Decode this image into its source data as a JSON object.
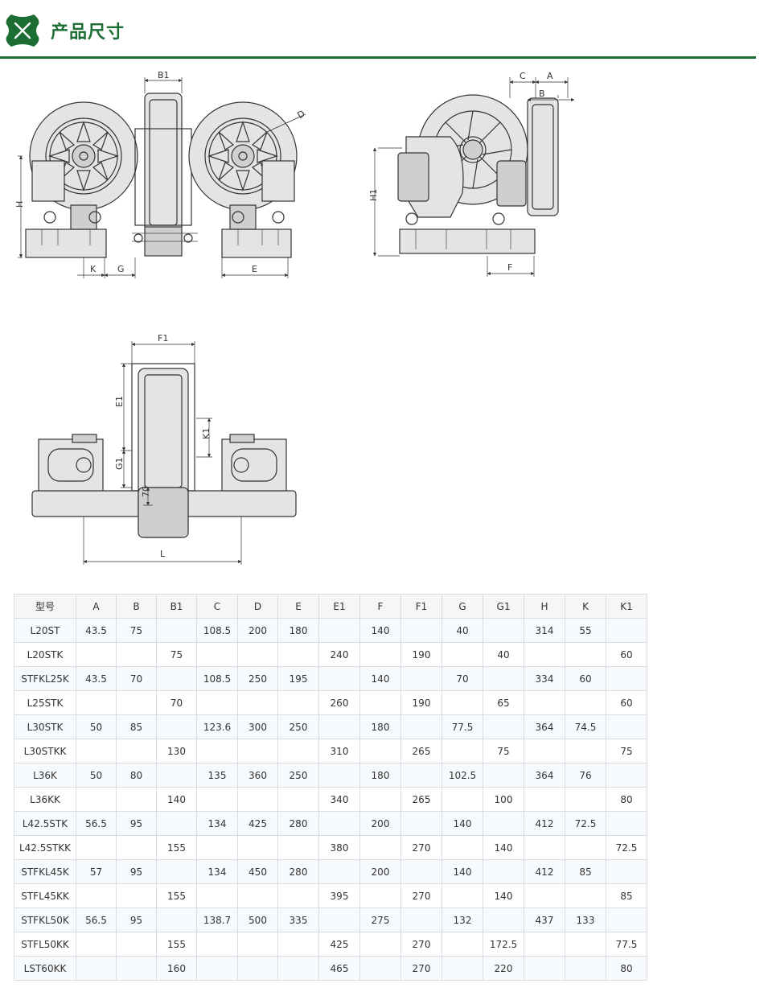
{
  "header": {
    "title": "产品尺寸",
    "logo_icon": "cross-badge-icon",
    "accent_color": "#1c6e34"
  },
  "drawing_labels": {
    "front": {
      "b1": "B1",
      "d": "D",
      "h": "H",
      "k": "K",
      "g": "G",
      "e": "E"
    },
    "side": {
      "c": "C",
      "a": "A",
      "b": "B",
      "h1": "H1",
      "f": "F"
    },
    "bottom": {
      "f1": "F1",
      "e1": "E1",
      "k1": "K1",
      "g1": "G1",
      "dim70": "70",
      "l": "L"
    }
  },
  "table": {
    "headers": [
      "型号",
      "A",
      "B",
      "B1",
      "C",
      "D",
      "E",
      "E1",
      "F",
      "F1",
      "G",
      "G1",
      "H",
      "K",
      "K1"
    ],
    "rows": [
      [
        "L20ST",
        "43.5",
        "75",
        "",
        "108.5",
        "200",
        "180",
        "",
        "140",
        "",
        "40",
        "",
        "314",
        "55",
        ""
      ],
      [
        "L20STK",
        "",
        "",
        "75",
        "",
        "",
        "",
        "240",
        "",
        "190",
        "",
        "40",
        "",
        "",
        "60"
      ],
      [
        "STFKL25K",
        "43.5",
        "70",
        "",
        "108.5",
        "250",
        "195",
        "",
        "140",
        "",
        "70",
        "",
        "334",
        "60",
        ""
      ],
      [
        "L25STK",
        "",
        "",
        "70",
        "",
        "",
        "",
        "260",
        "",
        "190",
        "",
        "65",
        "",
        "",
        "60"
      ],
      [
        "L30STK",
        "50",
        "85",
        "",
        "123.6",
        "300",
        "250",
        "",
        "180",
        "",
        "77.5",
        "",
        "364",
        "74.5",
        ""
      ],
      [
        "L30STKK",
        "",
        "",
        "130",
        "",
        "",
        "",
        "310",
        "",
        "265",
        "",
        "75",
        "",
        "",
        "75"
      ],
      [
        "L36K",
        "50",
        "80",
        "",
        "135",
        "360",
        "250",
        "",
        "180",
        "",
        "102.5",
        "",
        "364",
        "76",
        ""
      ],
      [
        "L36KK",
        "",
        "",
        "140",
        "",
        "",
        "",
        "340",
        "",
        "265",
        "",
        "100",
        "",
        "",
        "80"
      ],
      [
        "L42.5STK",
        "56.5",
        "95",
        "",
        "134",
        "425",
        "280",
        "",
        "200",
        "",
        "140",
        "",
        "412",
        "72.5",
        ""
      ],
      [
        "L42.5STKK",
        "",
        "",
        "155",
        "",
        "",
        "",
        "380",
        "",
        "270",
        "",
        "140",
        "",
        "",
        "72.5"
      ],
      [
        "STFKL45K",
        "57",
        "95",
        "",
        "134",
        "450",
        "280",
        "",
        "200",
        "",
        "140",
        "",
        "412",
        "85",
        ""
      ],
      [
        "STFL45KK",
        "",
        "",
        "155",
        "",
        "",
        "",
        "395",
        "",
        "270",
        "",
        "140",
        "",
        "",
        "85"
      ],
      [
        "STFKL50K",
        "56.5",
        "95",
        "",
        "138.7",
        "500",
        "335",
        "",
        "275",
        "",
        "132",
        "",
        "437",
        "133",
        ""
      ],
      [
        "STFL50KK",
        "",
        "",
        "155",
        "",
        "",
        "",
        "425",
        "",
        "270",
        "",
        "172.5",
        "",
        "",
        "77.5"
      ],
      [
        "LST60KK",
        "",
        "",
        "160",
        "",
        "",
        "",
        "465",
        "",
        "270",
        "",
        "220",
        "",
        "",
        "80"
      ]
    ]
  }
}
